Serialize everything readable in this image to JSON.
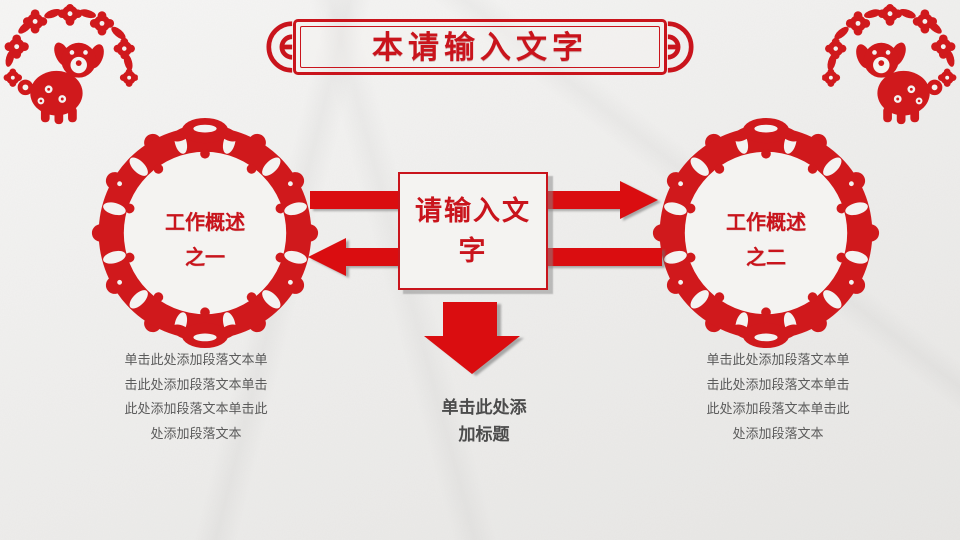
{
  "colors": {
    "primary_red": "#c9141c",
    "deco_red": "#d0191c",
    "arrow_red": "#da0d10",
    "body_text_gray": "#5b5b5b",
    "caption_gray": "#4c4c4c",
    "paper": "#f4f3f1",
    "background": "#edecea"
  },
  "title_banner": {
    "text": "本请输入文字"
  },
  "center_box": {
    "lines": [
      "请输入文",
      "字"
    ]
  },
  "down_caption": {
    "lines": [
      "单击此处添",
      "加标题"
    ]
  },
  "left_section": {
    "circle_lines": [
      "工作概述",
      "之一"
    ],
    "body_lines": [
      "单击此处添加段落文本单",
      "击此处添加段落文本单击",
      "此处添加段落文本单击此",
      "处添加段落文本"
    ]
  },
  "right_section": {
    "circle_lines": [
      "工作概述",
      "之二"
    ],
    "body_lines": [
      "单击此处添加段落文本单",
      "击此处添加段落文本单击",
      "此处添加段落文本单击此",
      "处添加段落文本"
    ]
  },
  "icons": {
    "corner_left": "papercut-zodiac-dog-wreath",
    "corner_right": "papercut-zodiac-dog-wreath",
    "banner_ends": "half-coin-scroll-ornament",
    "wreaths": "papercut-floral-ring",
    "arrow_top": "right-arrow",
    "arrow_bottom": "left-arrow",
    "arrow_center": "down-arrow"
  }
}
